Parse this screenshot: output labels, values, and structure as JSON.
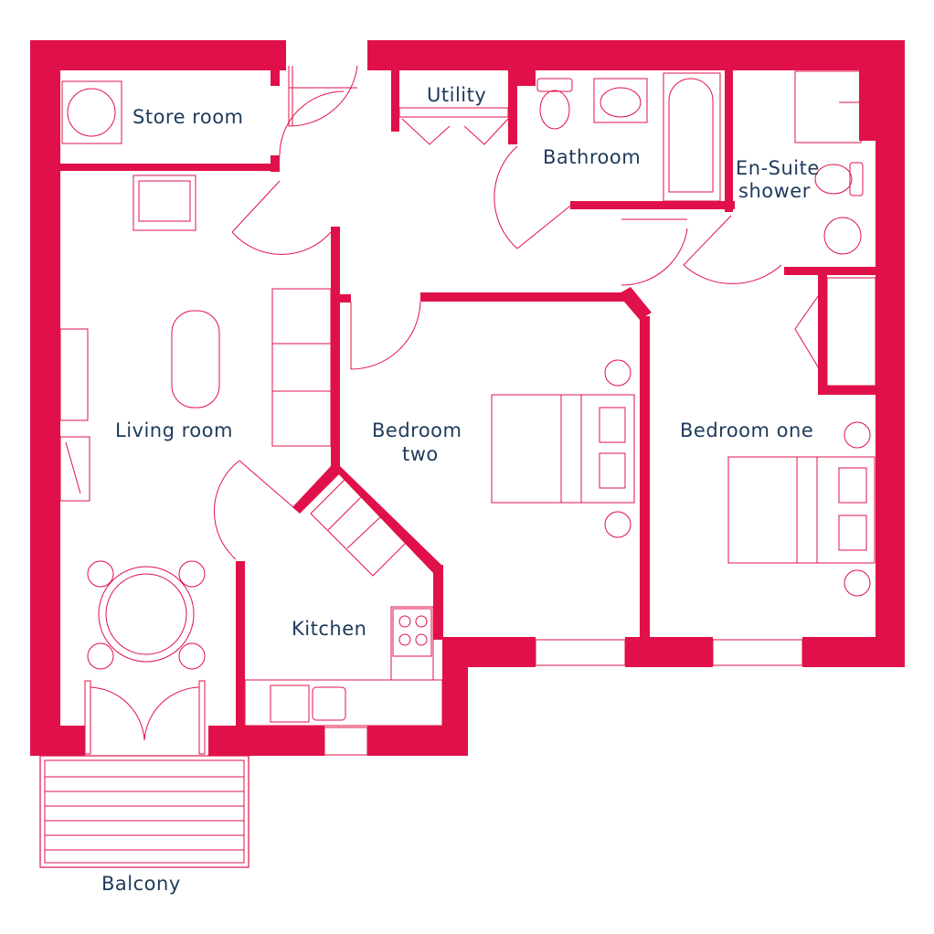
{
  "colors": {
    "wall": "#e0114a",
    "fixture_line": "#e0114a",
    "label_text": "#1e3a5c",
    "background": "#ffffff"
  },
  "rooms": {
    "store_room": "Store room",
    "utility": "Utility",
    "bathroom": "Bathroom",
    "ensuite_line1": "En-Suite",
    "ensuite_line2": "shower",
    "living_room": "Living room",
    "bedroom_two_line1": "Bedroom",
    "bedroom_two_line2": "two",
    "bedroom_one": "Bedroom one",
    "kitchen": "Kitchen",
    "balcony": "Balcony"
  }
}
